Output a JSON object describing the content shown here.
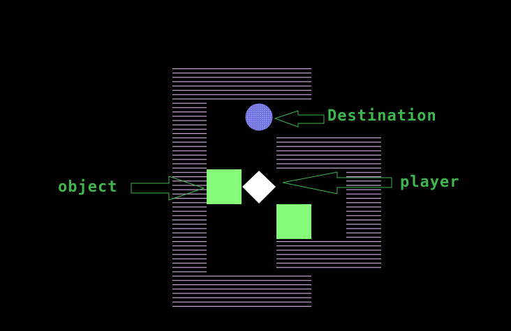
{
  "labels": {
    "destination": "Destination",
    "object": "object",
    "player": "player"
  },
  "colors": {
    "background": "#000000",
    "wall_stripe": "#c9a6d6",
    "object": "#86fb7a",
    "player": "#ffffff",
    "destination": "#7a7ae8",
    "label": "#3fb54e",
    "arrow_outline": "#3fb54e"
  },
  "entities": {
    "destination_icon": "circle-target",
    "object_icon": "green-square-box",
    "player_icon": "white-diamond"
  }
}
